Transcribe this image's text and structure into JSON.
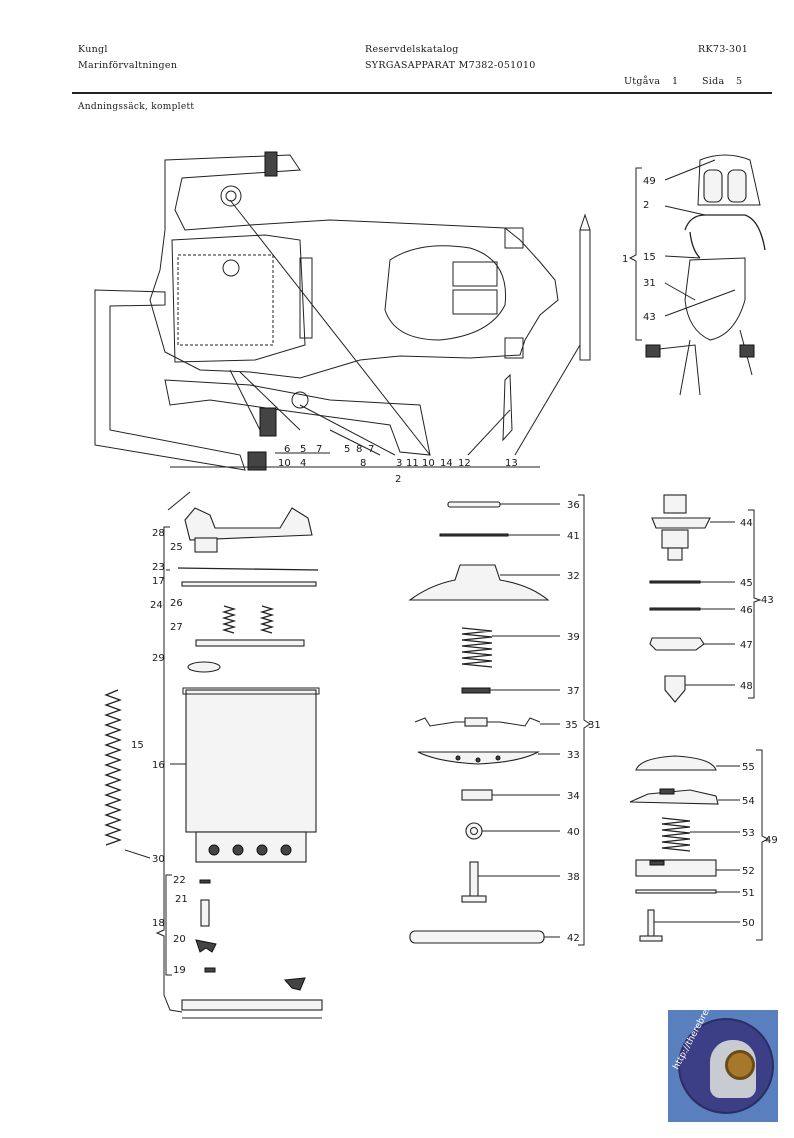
{
  "header": {
    "org_line1": "Kungl",
    "org_line2": "Marinförvaltningen",
    "catalog_title": "Reservdelskatalog",
    "catalog_subtitle": "SYRGASAPPARAT M7382-051010",
    "doc_number": "RK73-301",
    "edition_label": "Utgåva",
    "edition_value": "1",
    "page_label": "Sida",
    "page_value": "5"
  },
  "section_title": "Andningssäck, komplett",
  "callouts": {
    "top_bag": [
      "6",
      "5",
      "7",
      "5",
      "8",
      "7",
      "10",
      "4",
      "8",
      "3",
      "11",
      "10",
      "14",
      "12",
      "13",
      "2"
    ],
    "overview": [
      "49",
      "2",
      "15",
      "31",
      "43",
      "1"
    ],
    "left_assembly": [
      "28",
      "25",
      "23",
      "17",
      "24",
      "26",
      "27",
      "29",
      "15",
      "16",
      "30",
      "22",
      "21",
      "18",
      "20",
      "19"
    ],
    "middle_assembly": [
      "36",
      "41",
      "32",
      "39",
      "37",
      "35",
      "31",
      "33",
      "34",
      "40",
      "38",
      "42"
    ],
    "right_upper": [
      "44",
      "45",
      "46",
      "43",
      "47",
      "48"
    ],
    "right_lower": [
      "55",
      "54",
      "53",
      "49",
      "52",
      "51",
      "50"
    ]
  },
  "watermark": {
    "url_text": "http://therebreathersite.nl"
  }
}
